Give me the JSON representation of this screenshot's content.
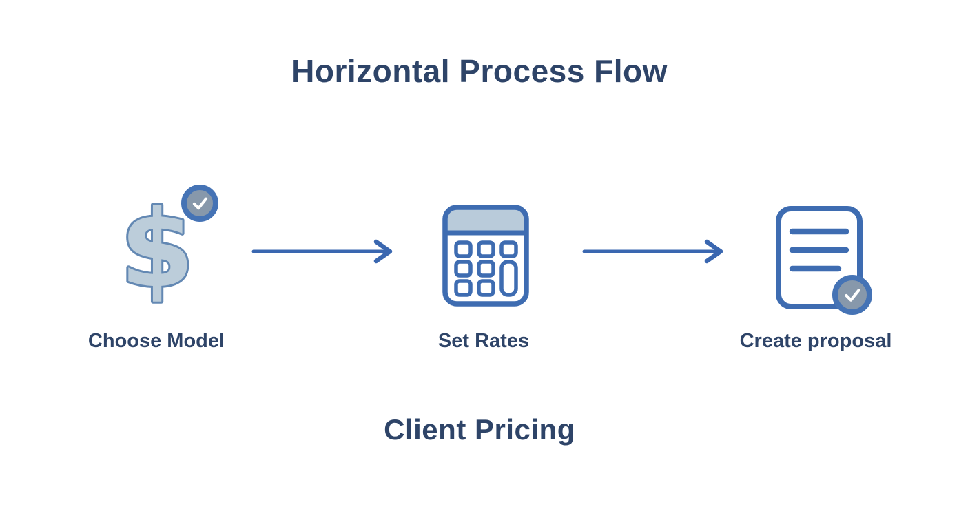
{
  "page": {
    "title": "Horizontal Process Flow",
    "subtitle": "Client Pricing"
  },
  "steps": [
    {
      "label": "Choose Model",
      "icon": "dollar-sign-icon",
      "badge": "check-badge"
    },
    {
      "label": "Set Rates",
      "icon": "calculator-icon",
      "badge": null
    },
    {
      "label": "Create proposal",
      "icon": "document-icon",
      "badge": "check-badge"
    }
  ],
  "connectors": [
    {
      "type": "arrow-right"
    },
    {
      "type": "arrow-right"
    }
  ],
  "colors": {
    "background": "#ffffff",
    "text_navy": "#2e4468",
    "icon_stroke_blue": "#3e6cb1",
    "icon_light_fill": "#b9cbda",
    "dollar_fill": "#bccdda",
    "dollar_outline": "#6388b3",
    "arrow_blue": "#3a67b0",
    "badge_ring": "#4573b5",
    "badge_fill": "#8798ab",
    "badge_check": "#ffffff"
  }
}
